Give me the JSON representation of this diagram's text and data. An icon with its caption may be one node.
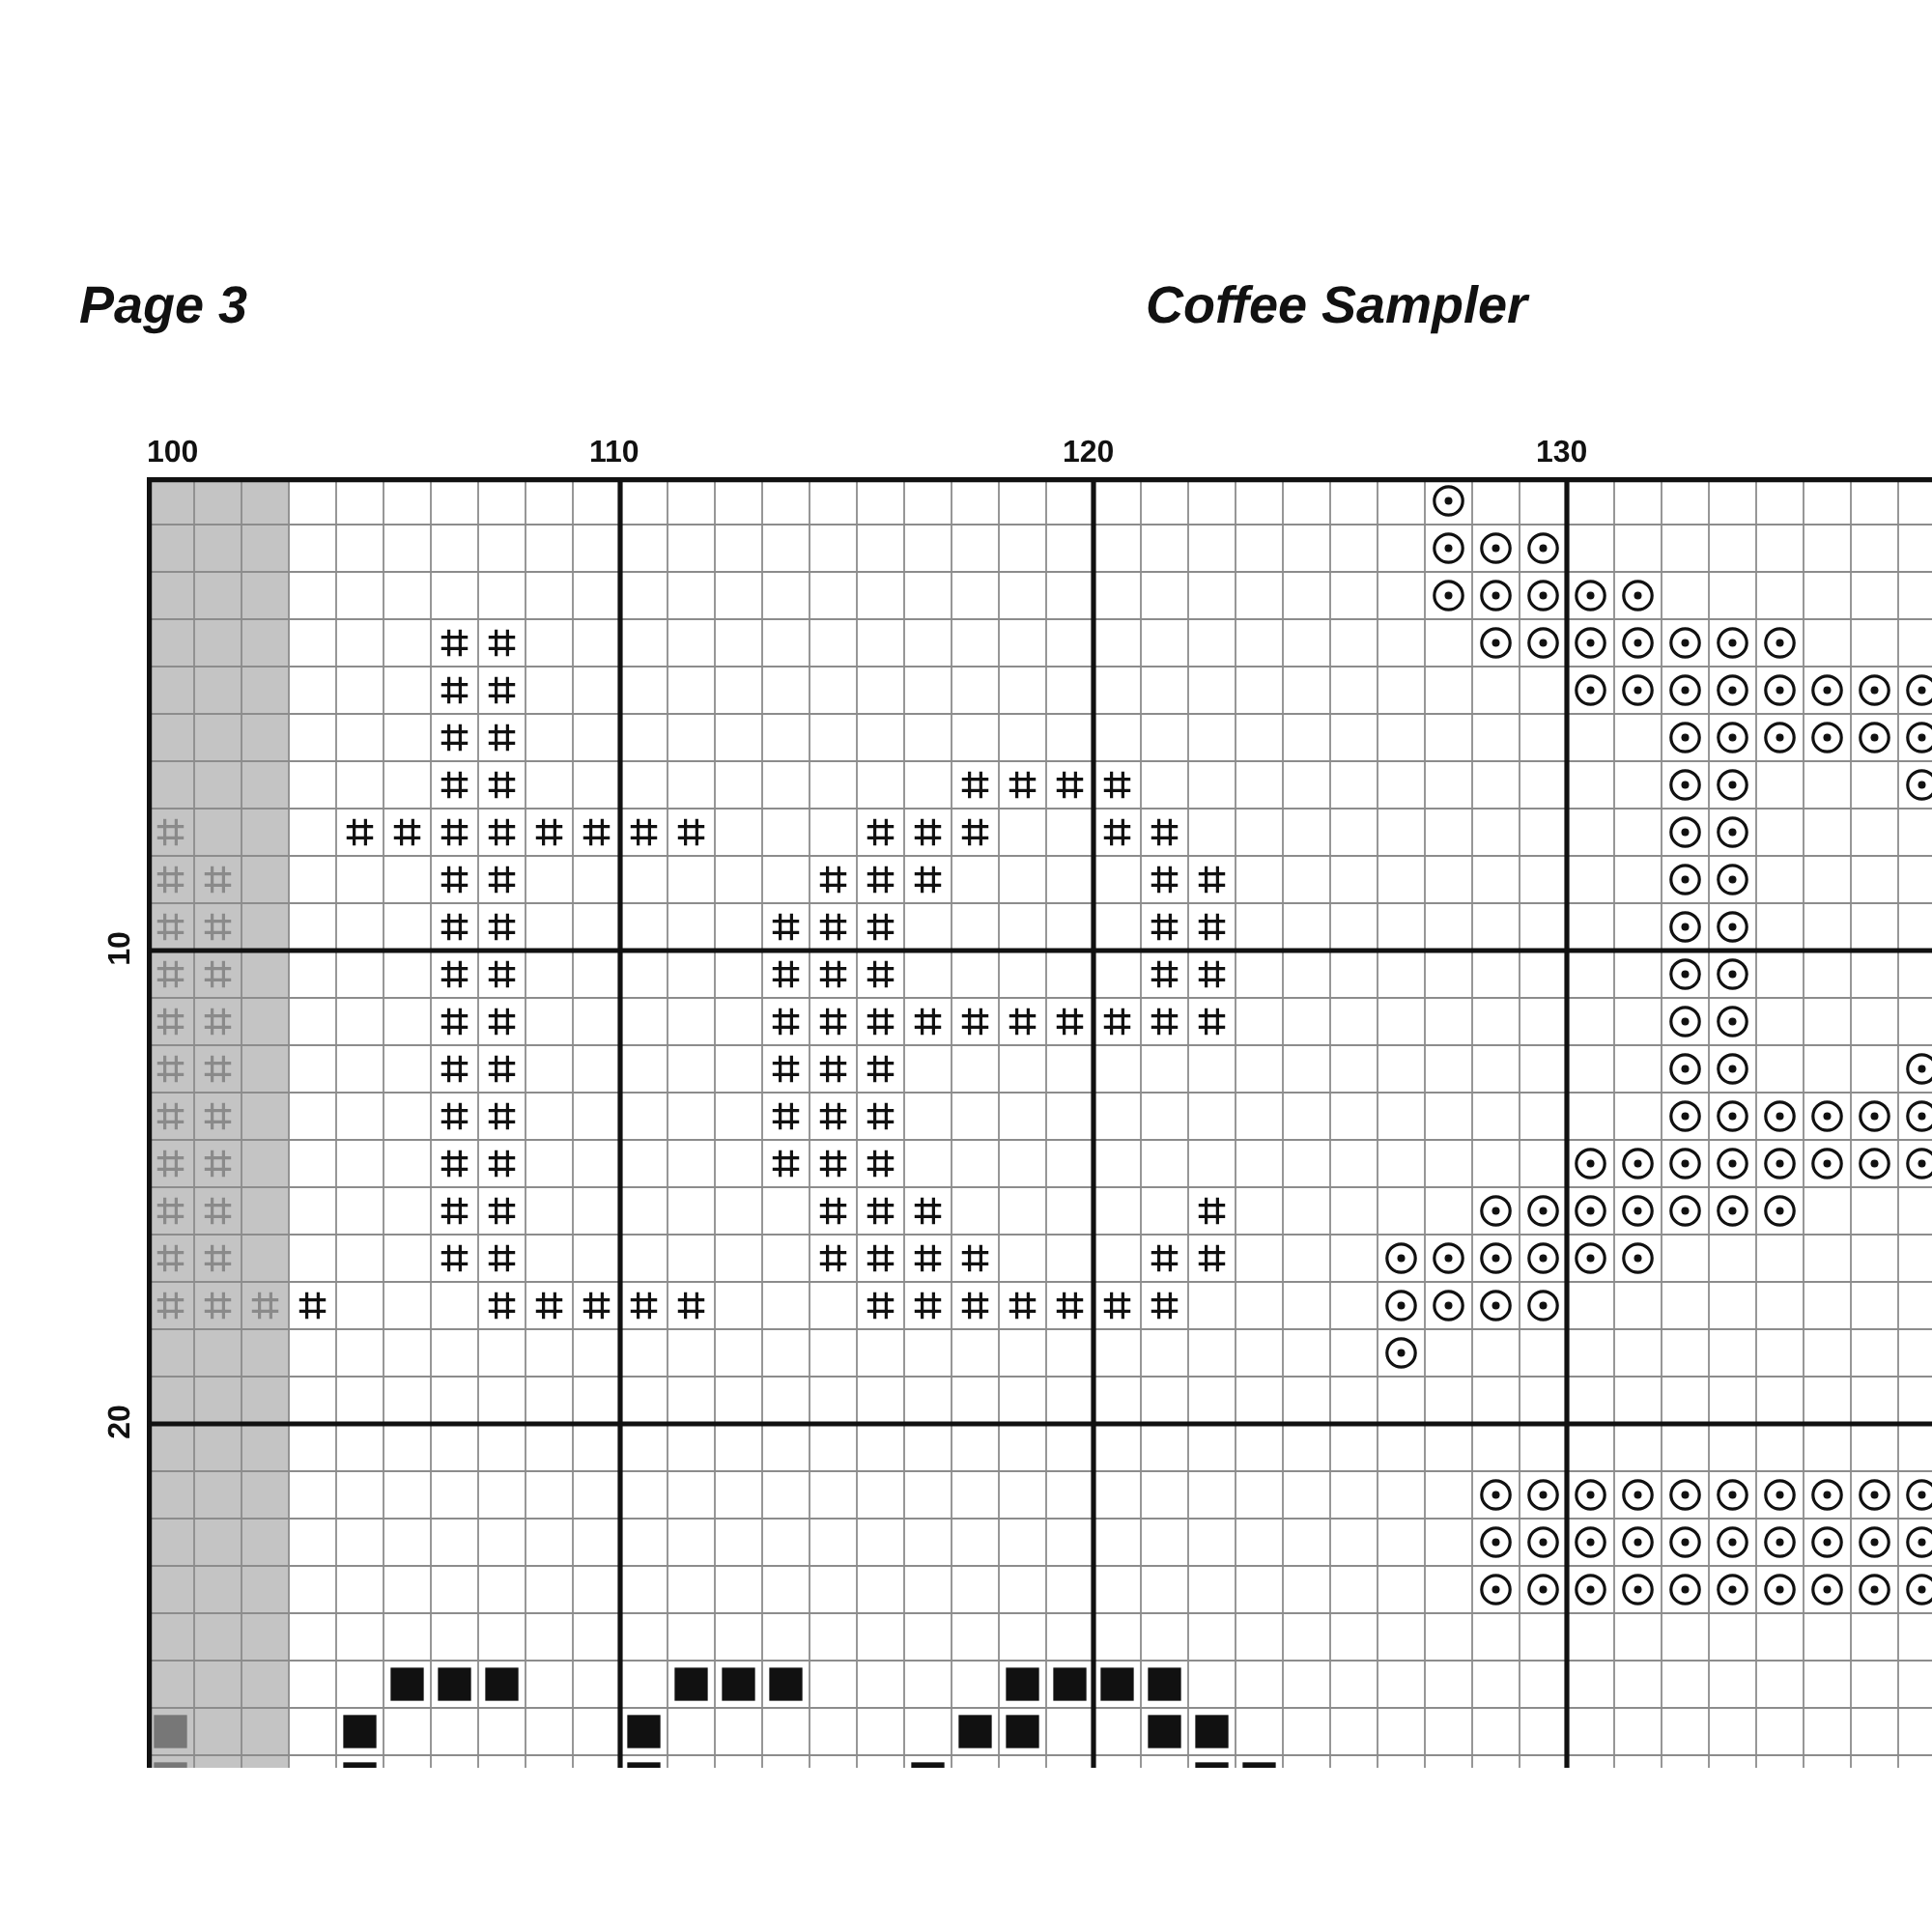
{
  "diagram": {
    "title": "Coffee Sampler",
    "labels": [
      "Page 3",
      "100",
      "110",
      "120",
      "130",
      "10",
      "20"
    ]
  }
}
